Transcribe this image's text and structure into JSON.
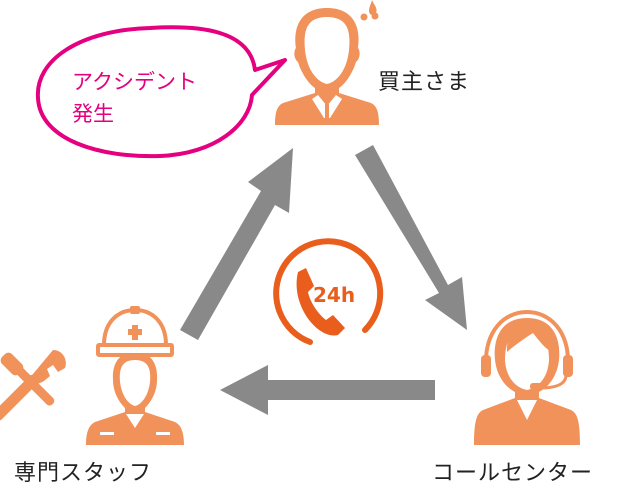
{
  "bubble": {
    "line1": "アクシデント",
    "line2": "発生"
  },
  "nodes": {
    "buyer": {
      "label": "買主さま"
    },
    "call_center": {
      "label": "コールセンター"
    },
    "staff": {
      "label": "専門スタッフ"
    }
  },
  "center": {
    "badge": "24h"
  },
  "colors": {
    "icon": "#f0925a",
    "phone": "#e95e1c",
    "accent": "#e4007f",
    "arrow": "#898989"
  }
}
